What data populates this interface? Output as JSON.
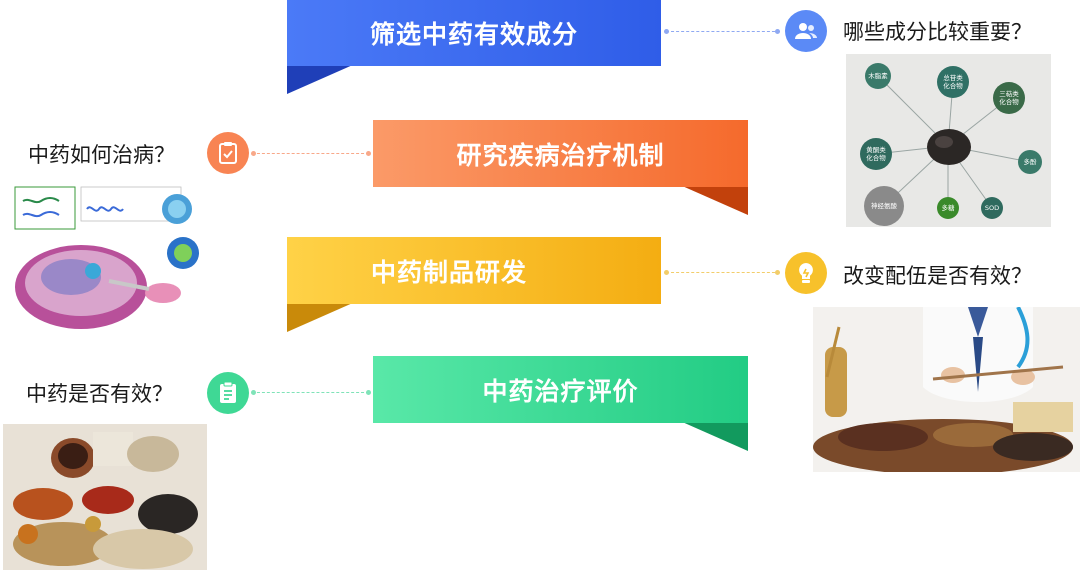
{
  "steps": [
    {
      "title": "筛选中药有效成分",
      "question": "哪些成分比较重要？",
      "color": "#3a66f0",
      "icon": "users-icon"
    },
    {
      "title": "研究疾病治疗机制",
      "question": "中药如何治病？",
      "color": "#f86f3a",
      "icon": "clipboard-check-icon"
    },
    {
      "title": "中药制品研发",
      "question": "改变配伍是否有效？",
      "color": "#f5b614",
      "icon": "lightbulb-icon"
    },
    {
      "title": "中药治疗评价",
      "question": "中药是否有效？",
      "color": "#2dd48f",
      "icon": "clipboard-list-icon"
    }
  ],
  "network": {
    "nodes": [
      "木脂素",
      "总苷类化合物",
      "三萜类化合物",
      "黄酮类化合物",
      "多酚",
      "神经氨酸",
      "多糖",
      "SOD"
    ]
  }
}
